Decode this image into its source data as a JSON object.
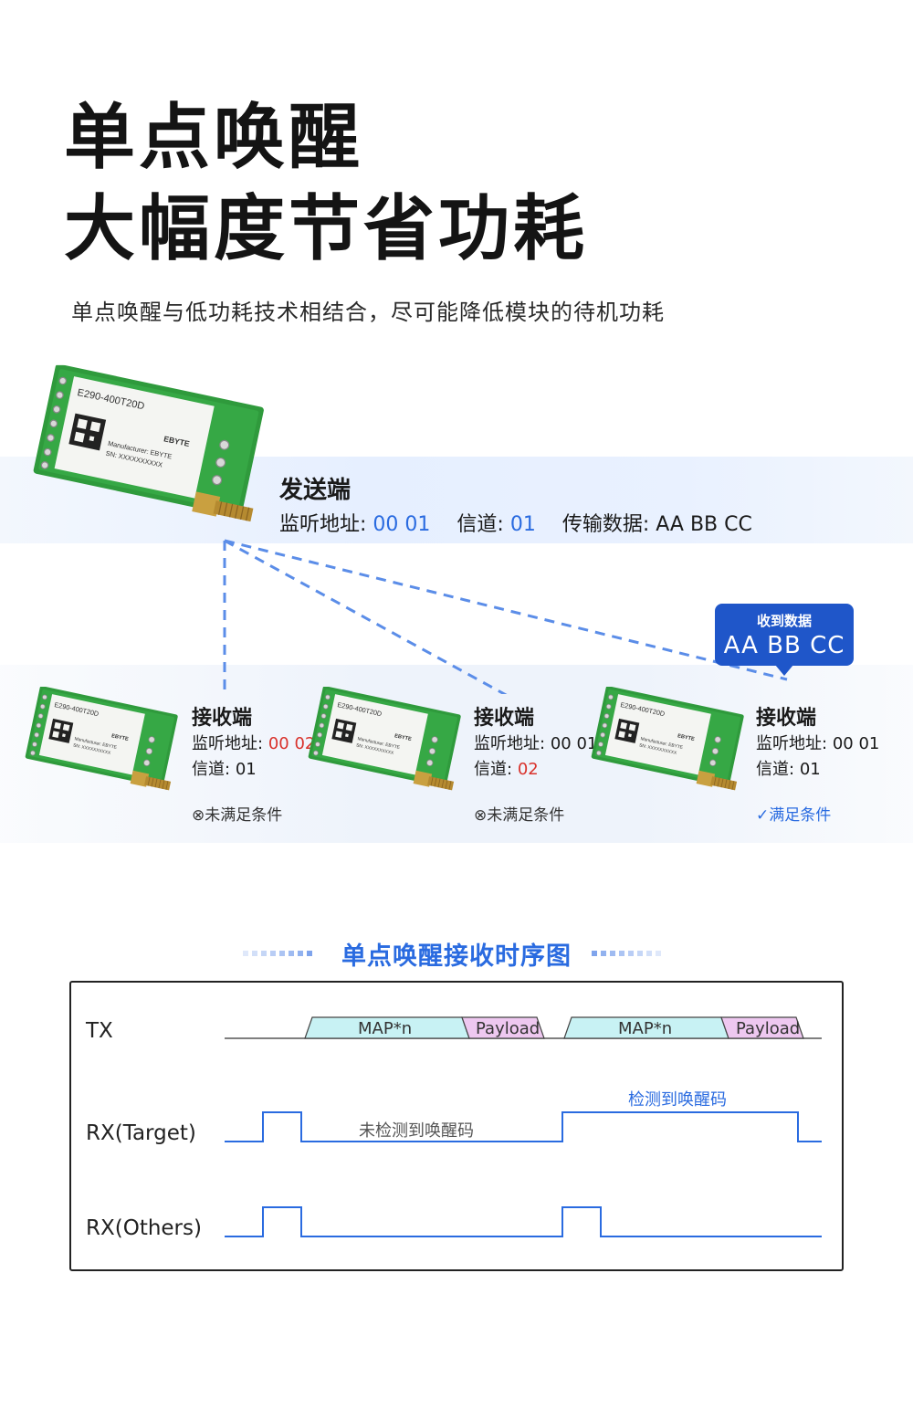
{
  "headline": {
    "line1": "单点唤醒",
    "line2": "大幅度节省功耗",
    "subtitle": "单点唤醒与低功耗技术相结合，尽可能降低模块的待机功耗"
  },
  "module": {
    "model": "E290-400T20D",
    "brand": "EBYTE",
    "manufacturer": "Manufacturer: EBYTE",
    "sn": "SN: XXXXXXXXXX"
  },
  "sender": {
    "title": "发送端",
    "addr_label": "监听地址:",
    "addr_value": "00 01",
    "channel_label": "信道:",
    "channel_value": "01",
    "data_label": "传输数据:",
    "data_value": "AA BB CC"
  },
  "bubble": {
    "label": "收到数据",
    "data": "AA BB CC"
  },
  "receivers": [
    {
      "title": "接收端",
      "addr_label": "监听地址:",
      "addr_value": "00 02",
      "channel_label": "信道:",
      "channel_value": "01",
      "status": "未满足条件"
    },
    {
      "title": "接收端",
      "addr_label": "监听地址:",
      "addr_value": "00 01",
      "channel_label": "信道:",
      "channel_value": "02",
      "status": "未满足条件"
    },
    {
      "title": "接收端",
      "addr_label": "监听地址:",
      "addr_value": "00 01",
      "channel_label": "信道:",
      "channel_value": "01",
      "status": "满足条件"
    }
  ],
  "timing": {
    "title": "单点唤醒接收时序图",
    "rows": [
      "TX",
      "RX(Target)",
      "RX(Others)"
    ],
    "packet_map": "MAP*n",
    "packet_payload": "Payload",
    "not_detected": "未检测到唤醒码",
    "detected": "检测到唤醒码"
  },
  "colors": {
    "accent_blue": "#2a6be0",
    "bubble_blue": "#1f56c9",
    "error_red": "#d9322c",
    "map_fill": "#c8f2f4",
    "payload_fill": "#eec8f0",
    "pcb_green": "#2f9a3c"
  }
}
